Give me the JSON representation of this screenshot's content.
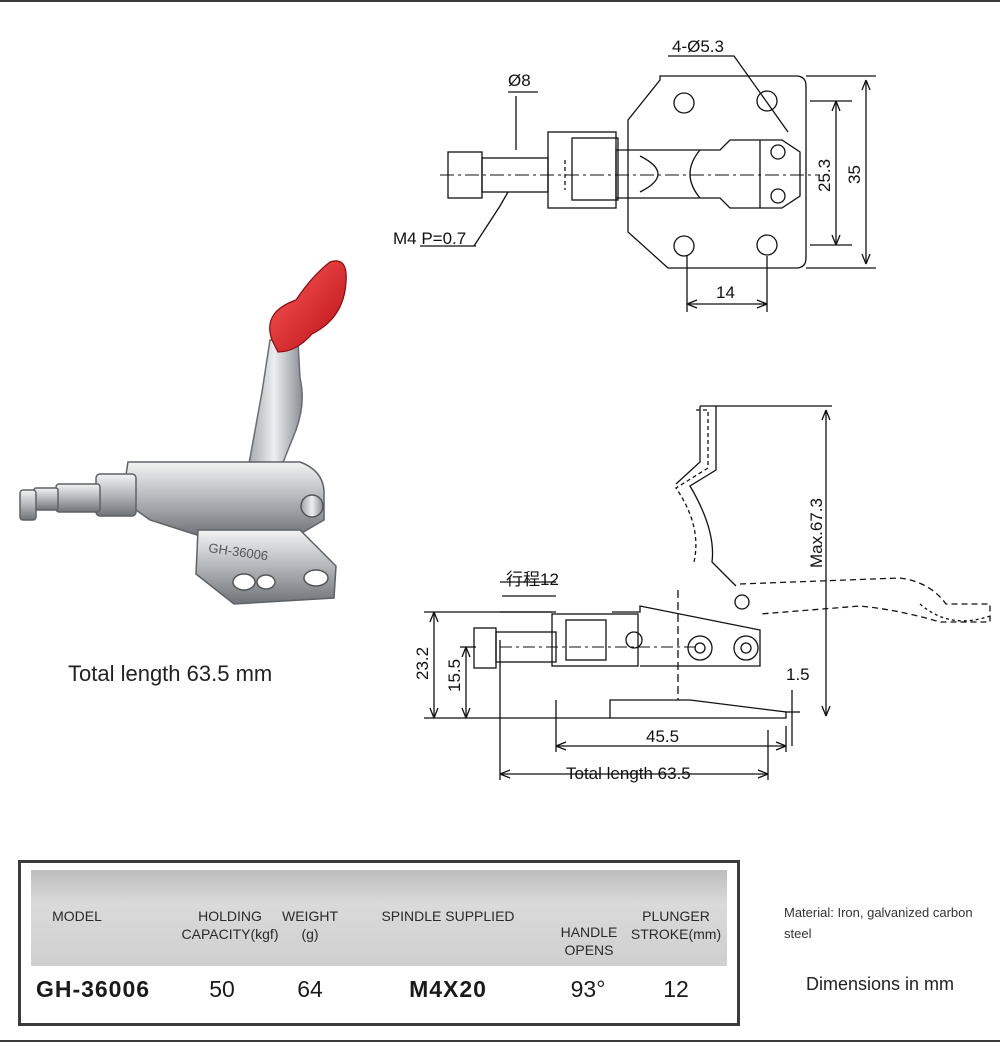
{
  "photo": {
    "caption": "Total length 63.5 mm",
    "engraving": "GH-36006"
  },
  "top_view": {
    "holes": "4-Ø5.3",
    "spindle_dia": "Ø8",
    "thread": "M4 P=0.7",
    "hole_spacing_v": "25.3",
    "width": "35",
    "hole_spacing_h": "14"
  },
  "side_view": {
    "stroke": "行程12",
    "max_height": "Max.67.3",
    "height": "23.2",
    "axis_height": "15.5",
    "base_thickness": "1.5",
    "base_length": "45.5",
    "total_length": "Total length 63.5"
  },
  "table": {
    "headers": [
      "MODEL",
      "HOLDING\nCAPACITY(kgf)",
      "WEIGHT\n(g)",
      "SPINDLE SUPPLIED",
      "HANDLE\nOPENS",
      "PLUNGER\nSTROKE(mm)"
    ],
    "values": [
      "GH-36006",
      "50",
      "64",
      "M4X20",
      "93°",
      "12"
    ]
  },
  "notes": {
    "material": "Material: Iron, galvanized carbon steel",
    "units": "Dimensions in mm"
  }
}
